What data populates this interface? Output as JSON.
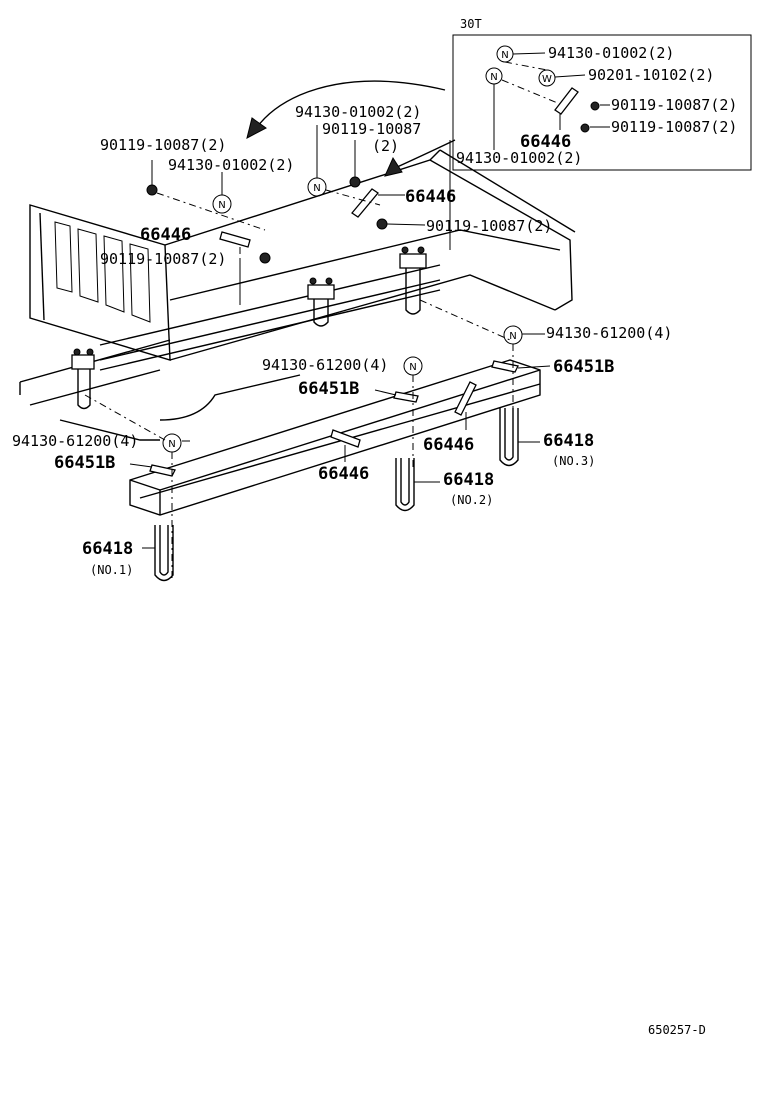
{
  "inset": {
    "title": "30T",
    "labels": [
      "94130-01002(2)",
      "90201-10102(2)",
      "90119-10087(2)",
      "90119-10087(2)",
      "66446",
      "94130-01002(2)"
    ]
  },
  "main_labels": [
    "94130-01002(2)",
    "90119-10087",
    "(2)",
    "90119-10087(2)",
    "94130-01002(2)",
    "66446",
    "90119-10087(2)",
    "66446",
    "90119-10087(2)",
    "94130-61200(4)",
    "94130-61200(4)",
    "66451B",
    "66451B",
    "66446",
    "66418",
    "(NO.3)",
    "94130-61200(4)",
    "66451B",
    "66446",
    "66418",
    "(NO.2)",
    "66418",
    "(NO.1)"
  ],
  "symbols": {
    "nut": "N",
    "washer": "W"
  },
  "diagram_code": "650257-D"
}
